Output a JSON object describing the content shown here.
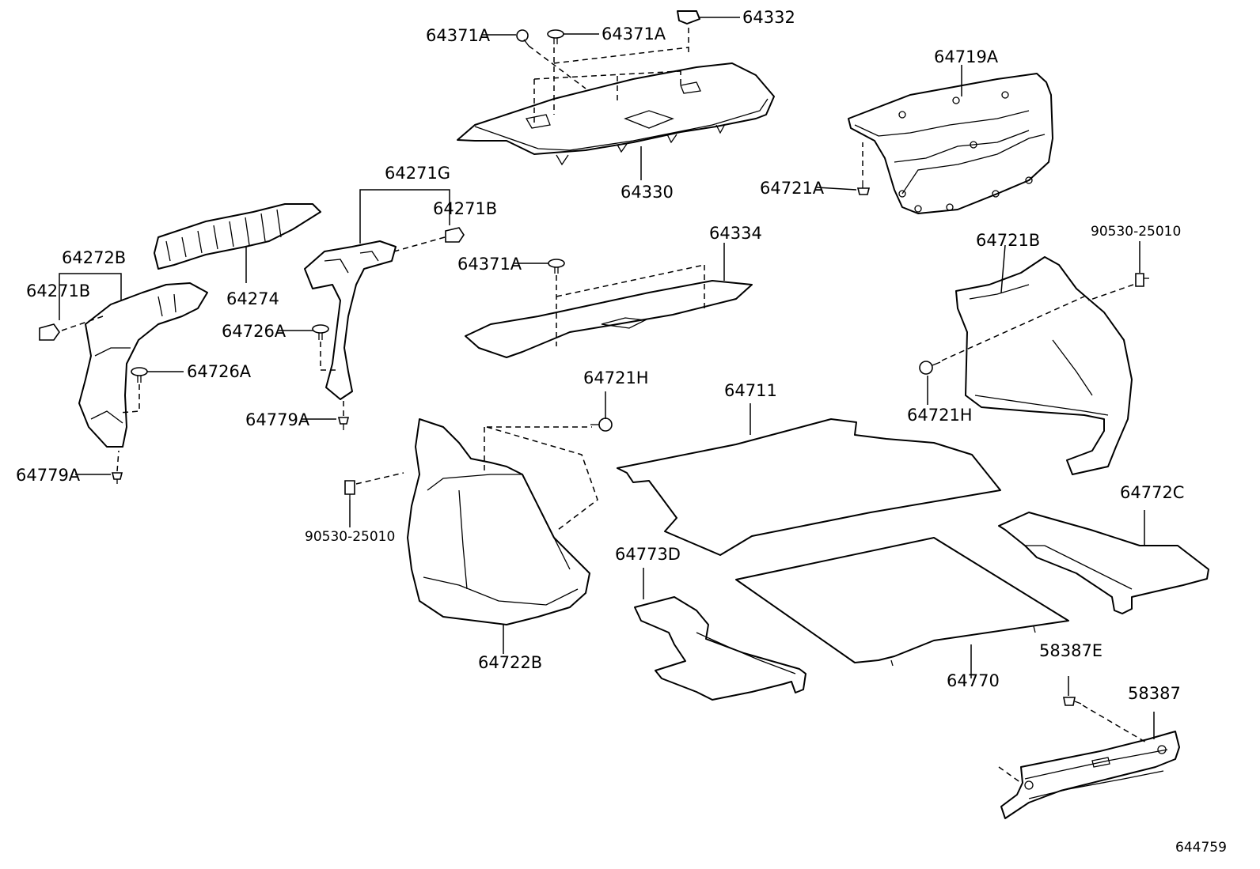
{
  "diagram_id": "644759",
  "labels": {
    "p64371A_1": "64371A",
    "p64371A_2": "64371A",
    "p64332": "64332",
    "p64330": "64330",
    "p64719A": "64719A",
    "p64721A": "64721A",
    "p64271G": "64271G",
    "p64271B_1": "64271B",
    "p64272B": "64272B",
    "p64271B_2": "64271B",
    "p64274": "64274",
    "p64334": "64334",
    "p64371A_3": "64371A",
    "p64726A_1": "64726A",
    "p64726A_2": "64726A",
    "p64779A_1": "64779A",
    "p64779A_2": "64779A",
    "p64721B": "64721B",
    "p90530_1": "90530-25010",
    "p64721H_1": "64721H",
    "p64721H_2": "64721H",
    "p64711": "64711",
    "p90530_2": "90530-25010",
    "p64772C": "64772C",
    "p64773D": "64773D",
    "p64722B": "64722B",
    "p64770": "64770",
    "p58387E": "58387E",
    "p58387": "58387"
  }
}
